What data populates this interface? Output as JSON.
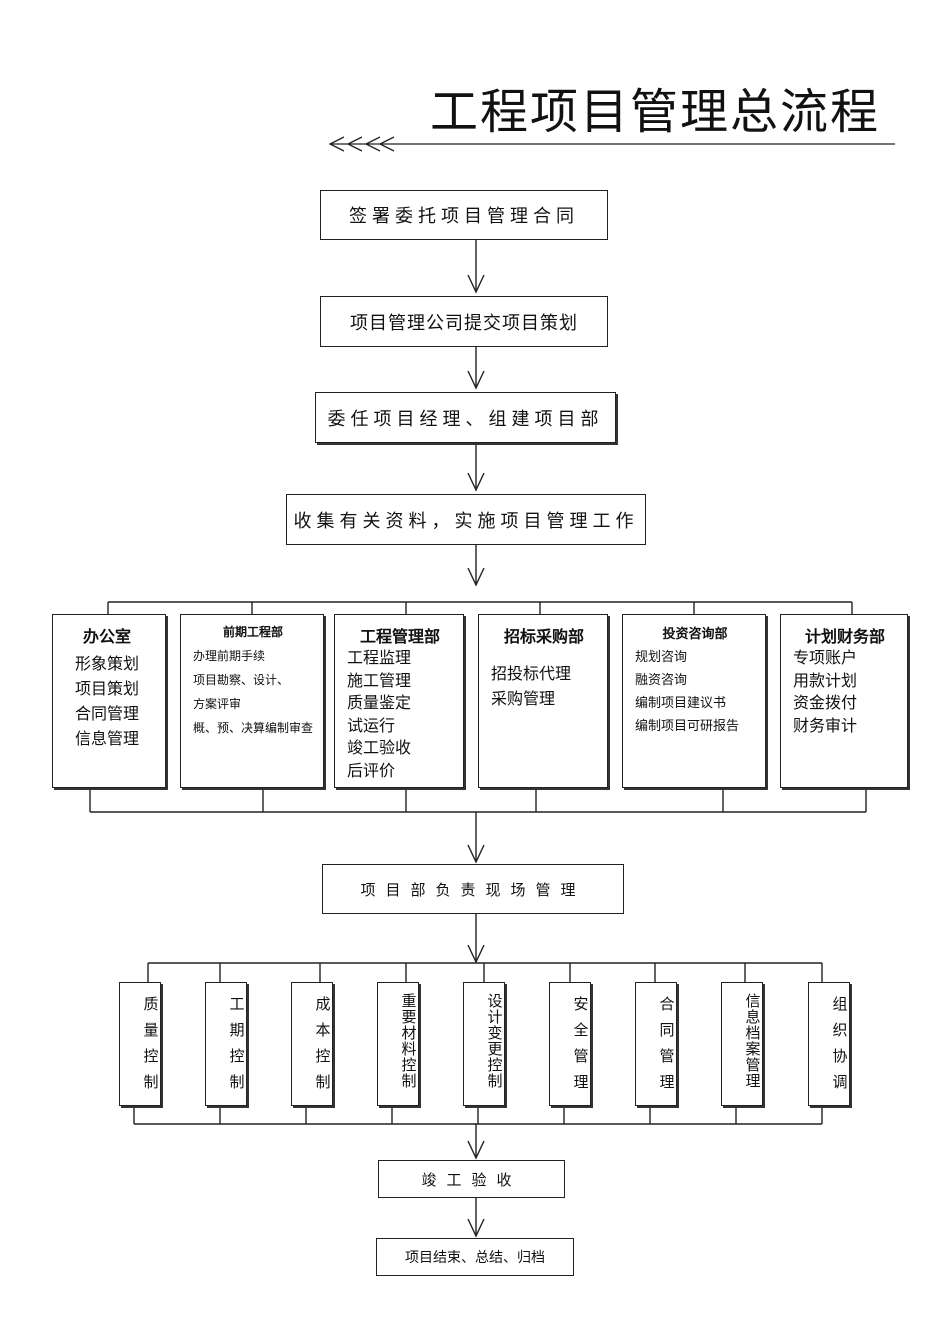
{
  "title": "工程项目管理总流程",
  "steps": [
    "签署委托项目管理合同",
    "项目管理公司提交项目策划",
    "委任项目经理、组建项目部",
    "收集有关资料，实施项目管理工作"
  ],
  "departments": [
    {
      "name": "办公室",
      "items": [
        "形象策划",
        "项目策划",
        "合同管理",
        "信息管理"
      ]
    },
    {
      "name": "前期工程部",
      "items": [
        "办理前期手续",
        "项目勘察、设计、",
        "方案评审",
        "概、预、决算编制审查"
      ]
    },
    {
      "name": "工程管理部",
      "items": [
        "工程监理",
        "施工管理",
        "质量鉴定",
        "试运行",
        "竣工验收",
        "后评价"
      ]
    },
    {
      "name": "招标采购部",
      "items": [
        "招投标代理",
        "采购管理"
      ]
    },
    {
      "name": "投资咨询部",
      "items": [
        "规划咨询",
        "融资咨询",
        "编制项目建议书",
        "编制项目可研报告"
      ]
    },
    {
      "name": "计划财务部",
      "items": [
        "专项账户",
        "用款计划",
        "资金拨付",
        "财务审计"
      ]
    }
  ],
  "site_management": "项目部负责现场管理",
  "controls": [
    "质量控制",
    "工期控制",
    "成本控制",
    "重要材料控制",
    "设计变更控制",
    "安全管理",
    "合同管理",
    "信息档案管理",
    "组织协调"
  ],
  "acceptance": "竣工验收",
  "final": "项目结束、总结、归档"
}
